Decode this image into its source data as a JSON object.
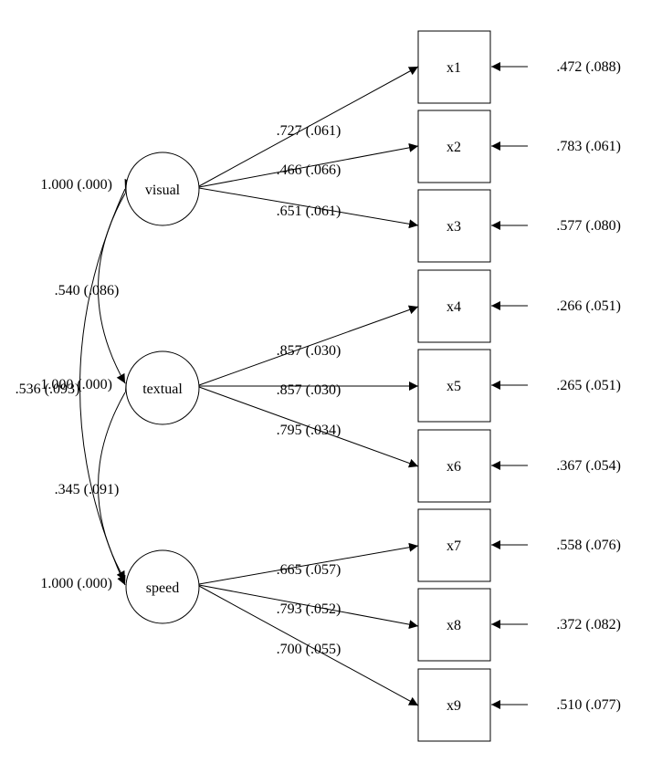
{
  "latent_factors": [
    {
      "id": "visual",
      "label": "visual",
      "variance_label": "1.000 (.000)"
    },
    {
      "id": "textual",
      "label": "textual",
      "variance_label": "1.000 (.000)"
    },
    {
      "id": "speed",
      "label": "speed",
      "variance_label": "1.000 (.000)"
    }
  ],
  "indicators": [
    {
      "id": "x1",
      "label": "x1",
      "factor": "visual",
      "loading_label": ".727 (.061)",
      "residual_label": ".472 (.088)"
    },
    {
      "id": "x2",
      "label": "x2",
      "factor": "visual",
      "loading_label": ".466 (.066)",
      "residual_label": ".783 (.061)"
    },
    {
      "id": "x3",
      "label": "x3",
      "factor": "visual",
      "loading_label": ".651 (.061)",
      "residual_label": ".577 (.080)"
    },
    {
      "id": "x4",
      "label": "x4",
      "factor": "textual",
      "loading_label": ".857 (.030)",
      "residual_label": ".266 (.051)"
    },
    {
      "id": "x5",
      "label": "x5",
      "factor": "textual",
      "loading_label": ".857 (.030)",
      "residual_label": ".265 (.051)"
    },
    {
      "id": "x6",
      "label": "x6",
      "factor": "textual",
      "loading_label": ".795 (.034)",
      "residual_label": ".367 (.054)"
    },
    {
      "id": "x7",
      "label": "x7",
      "factor": "speed",
      "loading_label": ".665 (.057)",
      "residual_label": ".558 (.076)"
    },
    {
      "id": "x8",
      "label": "x8",
      "factor": "speed",
      "loading_label": ".793 (.052)",
      "residual_label": ".372 (.082)"
    },
    {
      "id": "x9",
      "label": "x9",
      "factor": "speed",
      "loading_label": ".700 (.055)",
      "residual_label": ".510 (.077)"
    }
  ],
  "covariances": [
    {
      "id": "visual-textual",
      "from": "visual",
      "to": "textual",
      "label": ".540 (.086)"
    },
    {
      "id": "textual-speed",
      "from": "textual",
      "to": "speed",
      "label": ".345 (.091)"
    },
    {
      "id": "visual-speed",
      "from": "visual",
      "to": "speed",
      "label": ".536 (.093)"
    }
  ]
}
